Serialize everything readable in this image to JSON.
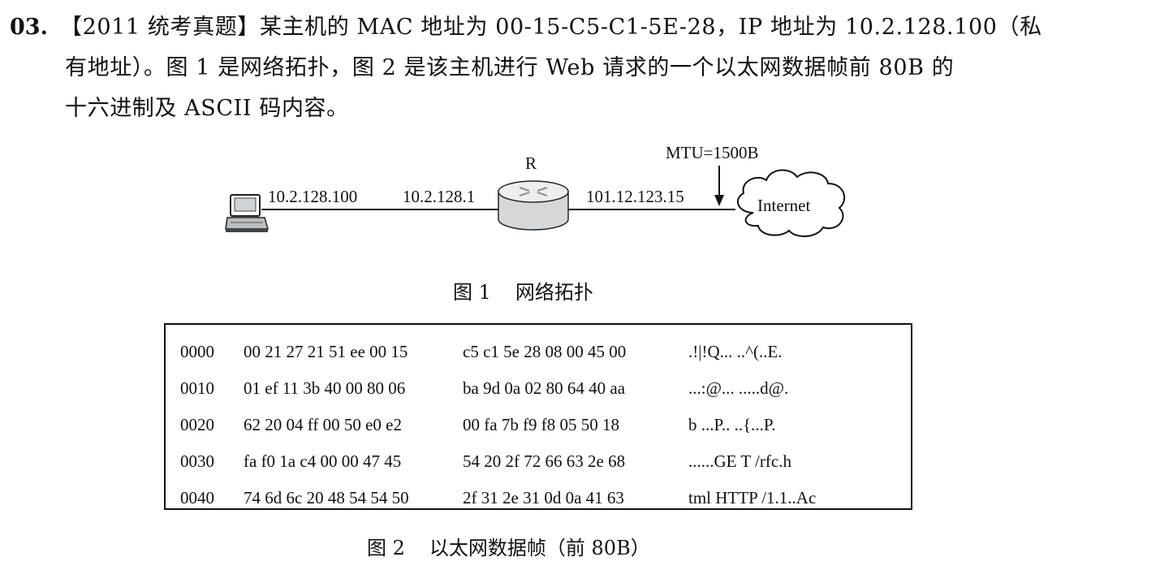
{
  "question": {
    "number": "03.",
    "line1": "【2011 统考真题】某主机的 MAC 地址为 00-15-C5-C1-5E-28，IP 地址为 10.2.128.100（私",
    "line2": "有地址）。图 1 是网络拓扑，图 2 是该主机进行 Web 请求的一个以太网数据帧前 80B 的",
    "line3": "十六进制及 ASCII 码内容。"
  },
  "figure1": {
    "host_ip": "10.2.128.100",
    "router_inner_ip": "10.2.128.1",
    "router_label": "R",
    "router_outer_ip": "101.12.123.15",
    "mtu": "MTU=1500B",
    "cloud_label": "Internet",
    "caption_num": "图 1",
    "caption_text": "网络拓扑",
    "icons": [
      "computer-icon",
      "router-icon",
      "cloud-icon"
    ]
  },
  "figure2": {
    "caption_num": "图 2",
    "caption_text": "以太网数据帧（前 80B）",
    "rows": [
      {
        "offset": "0000",
        "hex1": "00 21 27 21 51 ee 00 15",
        "hex2": "c5 c1 5e 28 08 00 45 00",
        "ascii": ".!|!Q... ..^(..E."
      },
      {
        "offset": "0010",
        "hex1": "01 ef 11 3b 40 00 80 06",
        "hex2": "ba 9d 0a 02 80 64 40 aa",
        "ascii": "...:@... .....d@."
      },
      {
        "offset": "0020",
        "hex1": "62 20 04 ff 00 50 e0 e2",
        "hex2": "00 fa 7b f9 f8 05 50 18",
        "ascii": "b ...P.. ..{...P."
      },
      {
        "offset": "0030",
        "hex1": "fa f0 1a c4 00 00 47 45",
        "hex2": "54 20 2f 72 66 63 2e 68",
        "ascii": "......GE T /rfc.h"
      },
      {
        "offset": "0040",
        "hex1": "74 6d 6c 20 48 54 54 50",
        "hex2": "2f 31 2e 31 0d 0a 41 63",
        "ascii": "tml HTTP /1.1..Ac"
      }
    ]
  }
}
